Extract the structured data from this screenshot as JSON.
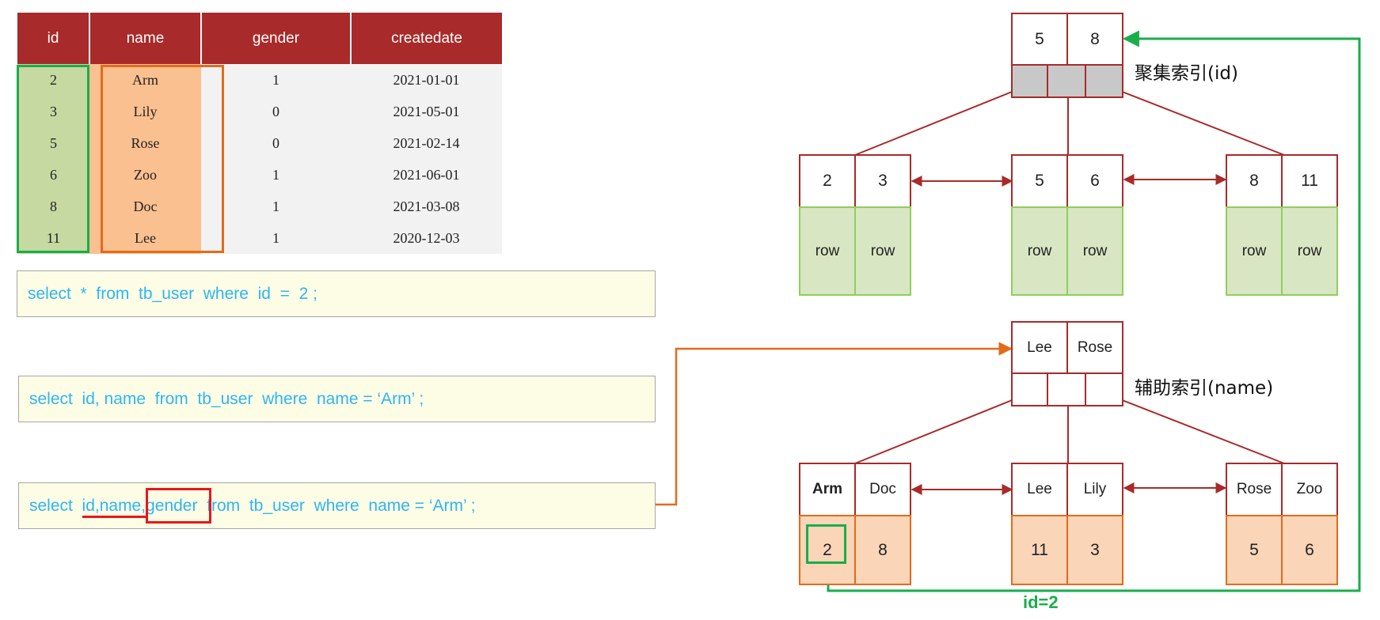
{
  "table": {
    "headers": [
      "id",
      "name",
      "gender",
      "createdate"
    ],
    "rows": [
      [
        "2",
        "Arm",
        "1",
        "2021-01-01"
      ],
      [
        "3",
        "Lily",
        "0",
        "2021-05-01"
      ],
      [
        "5",
        "Rose",
        "0",
        "2021-02-14"
      ],
      [
        "6",
        "Zoo",
        "1",
        "2021-06-01"
      ],
      [
        "8",
        "Doc",
        "1",
        "2021-03-08"
      ],
      [
        "11",
        "Lee",
        "1",
        "2020-12-03"
      ]
    ]
  },
  "sql": {
    "q1": "select  *  from  tb_user  where  id  =  2 ;",
    "q2": "select  id, name  from  tb_user  where  name = ‘Arm’ ;",
    "q3": {
      "prefix": "select  ",
      "cols": "id,name",
      "highlight": ",gender",
      "suffix": "  from  tb_user  where  name = ‘Arm’ ;"
    }
  },
  "clustered": {
    "label": "聚集索引(id)",
    "root_keys": [
      "5",
      "8"
    ],
    "leaves": [
      {
        "keys": [
          "2",
          "3"
        ],
        "rows": [
          "row",
          "row"
        ]
      },
      {
        "keys": [
          "5",
          "6"
        ],
        "rows": [
          "row",
          "row"
        ]
      },
      {
        "keys": [
          "8",
          "11"
        ],
        "rows": [
          "row",
          "row"
        ]
      }
    ]
  },
  "secondary": {
    "label": "辅助索引(name)",
    "root_keys": [
      "Lee",
      "Rose"
    ],
    "leaves": [
      {
        "keys": [
          "Arm",
          "Doc"
        ],
        "ids": [
          "2",
          "8"
        ]
      },
      {
        "keys": [
          "Lee",
          "Lily"
        ],
        "ids": [
          "11",
          "3"
        ]
      },
      {
        "keys": [
          "Rose",
          "Zoo"
        ],
        "ids": [
          "5",
          "6"
        ]
      }
    ]
  },
  "lookup_label": "id=2",
  "colors": {
    "header": "#a92a2a",
    "id_column": "#c5d9a0",
    "name_column": "#fbc090",
    "sql_text": "#2eb5f0",
    "green_highlight": "#1aad4b",
    "orange_highlight": "#e26b1c",
    "red_highlight": "#e8161c"
  }
}
